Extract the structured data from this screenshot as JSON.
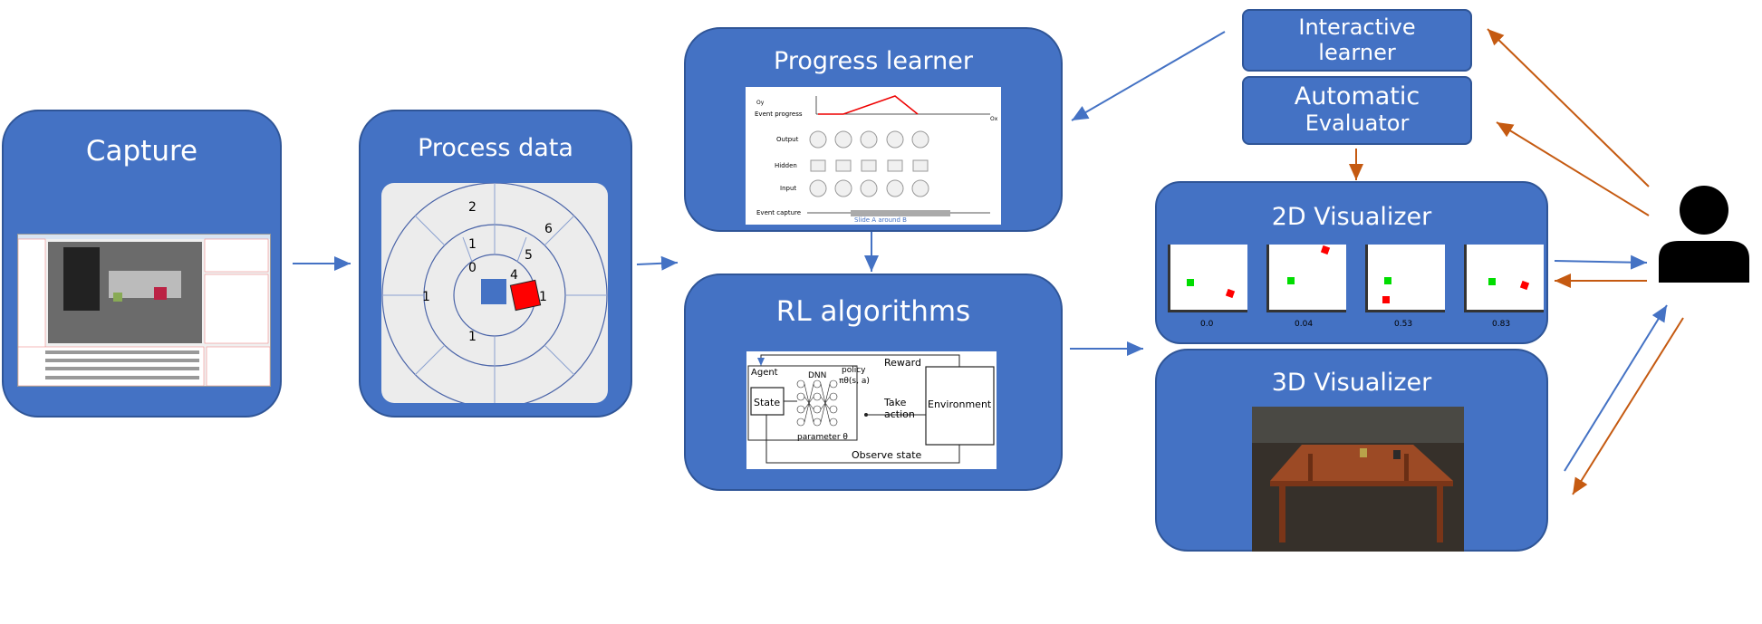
{
  "colors": {
    "box": "#4472C4",
    "box_border": "#2F5597",
    "arrow_blue": "#4472C4",
    "arrow_orange": "#C55A11",
    "red": "#ff0000",
    "green": "#00dd00"
  },
  "capture": {
    "title": "Capture"
  },
  "process": {
    "title": "Process data",
    "numbers": [
      "0",
      "4",
      "1",
      "5",
      "2",
      "6",
      "1",
      "1",
      "1"
    ]
  },
  "progress": {
    "title": "Progress learner",
    "y_label": "Oy",
    "x_label": "Ox",
    "event_progress": "Event progress",
    "output": "Output",
    "hidden": "Hidden",
    "input": "Input",
    "event_capture": "Event capture",
    "caption": "Slide A around B"
  },
  "rl": {
    "title": "RL algorithms",
    "agent": "Agent",
    "reward": "Reward",
    "dnn": "DNN",
    "policy": "policy",
    "policy_fn": "πθ(s, a)",
    "state": "State",
    "parameter": "parameter θ",
    "take_action": "Take action",
    "environment": "Environment",
    "observe": "Observe state"
  },
  "interactive": {
    "title_line1": "Interactive",
    "title_line2": "learner"
  },
  "automatic": {
    "title_line1": "Automatic",
    "title_line2": "Evaluator"
  },
  "viz2d": {
    "title": "2D Visualizer",
    "plots": [
      {
        "label": "0.0"
      },
      {
        "label": "0.04"
      },
      {
        "label": "0.53"
      },
      {
        "label": "0.83"
      }
    ]
  },
  "viz3d": {
    "title": "3D Visualizer"
  },
  "user": {
    "icon": "user-icon"
  }
}
